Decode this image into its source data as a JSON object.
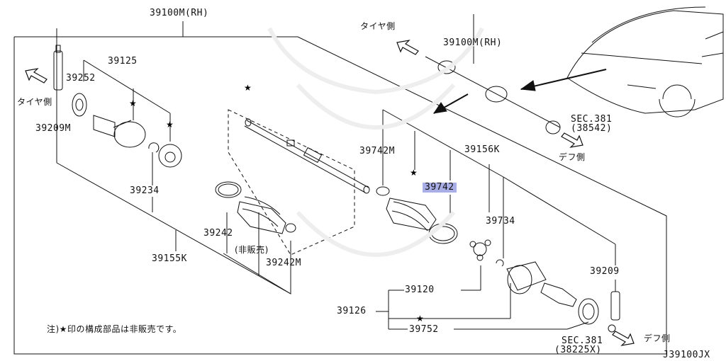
{
  "diagram": {
    "title_assembly": "39100M(RH)",
    "labels": {
      "assembly_top_right": "39100M(RH)",
      "p39125": "39125",
      "p39252": "39252",
      "p39209M": "39209M",
      "p39234": "39234",
      "p39242": "39242",
      "p39155K": "39155K",
      "not_sold": "(非販売)",
      "p39242M": "39242M",
      "p39742M": "39742M",
      "p39742": "39742",
      "p39156K": "39156K",
      "p39734": "39734",
      "p39120": "39120",
      "p39126": "39126",
      "p39752": "39752",
      "p39209": "39209",
      "sec381_top": "SEC.381",
      "sec381_top_ref": "(38542)",
      "sec381_bottom": "SEC.381",
      "sec381_bottom_ref": "(38225X)",
      "tire_side_top": "タイヤ側",
      "tire_side_left": "タイヤ側",
      "diff_side_top": "デフ側",
      "diff_side_bottom": "デフ側",
      "note": "注)★印の構成部品は非販売です。",
      "diagram_code": "J39100JX"
    },
    "highlight_color": "#a9aee6",
    "star_symbol": "★"
  }
}
